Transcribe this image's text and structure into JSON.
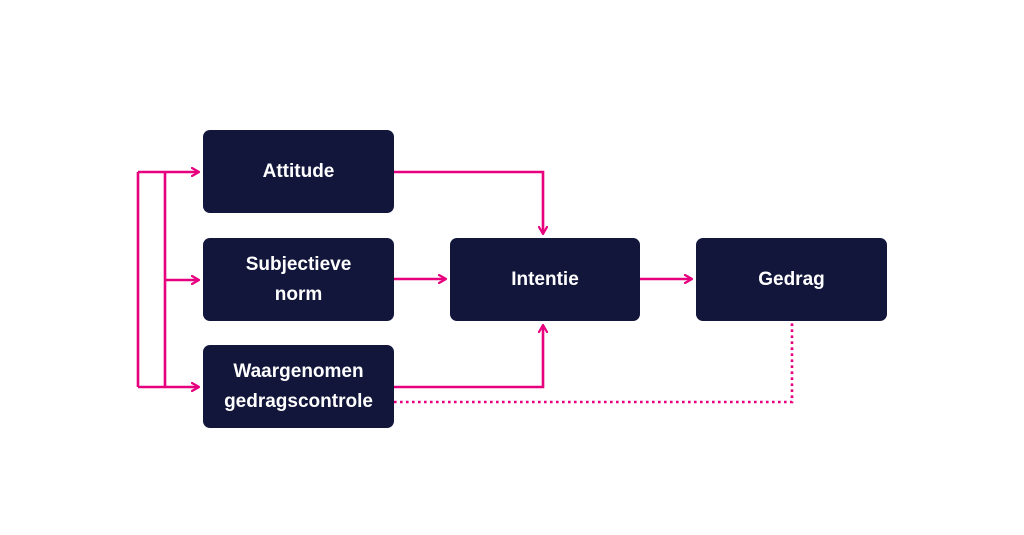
{
  "diagram": {
    "nodes": {
      "attitude": "Attitude",
      "subjective_norm": "Subjectieve\nnorm",
      "perceived_control": "Waargenomen\ngedragscontrole",
      "intention": "Intentie",
      "behavior": "Gedrag"
    },
    "edges": [
      {
        "from": "attitude",
        "to": "intention",
        "style": "solid"
      },
      {
        "from": "subjective_norm",
        "to": "intention",
        "style": "solid"
      },
      {
        "from": "perceived_control",
        "to": "intention",
        "style": "solid"
      },
      {
        "from": "intention",
        "to": "behavior",
        "style": "solid"
      },
      {
        "from": "behavior",
        "to": "perceived_control",
        "style": "dotted"
      },
      {
        "from": "feedback-bracket",
        "to": "attitude",
        "style": "solid"
      },
      {
        "from": "feedback-bracket",
        "to": "subjective_norm",
        "style": "solid"
      },
      {
        "from": "feedback-bracket",
        "to": "perceived_control",
        "style": "solid"
      }
    ],
    "colors": {
      "node_fill": "#12163b",
      "node_text": "#ffffff",
      "arrow": "#e6007e",
      "background": "#ffffff"
    }
  }
}
